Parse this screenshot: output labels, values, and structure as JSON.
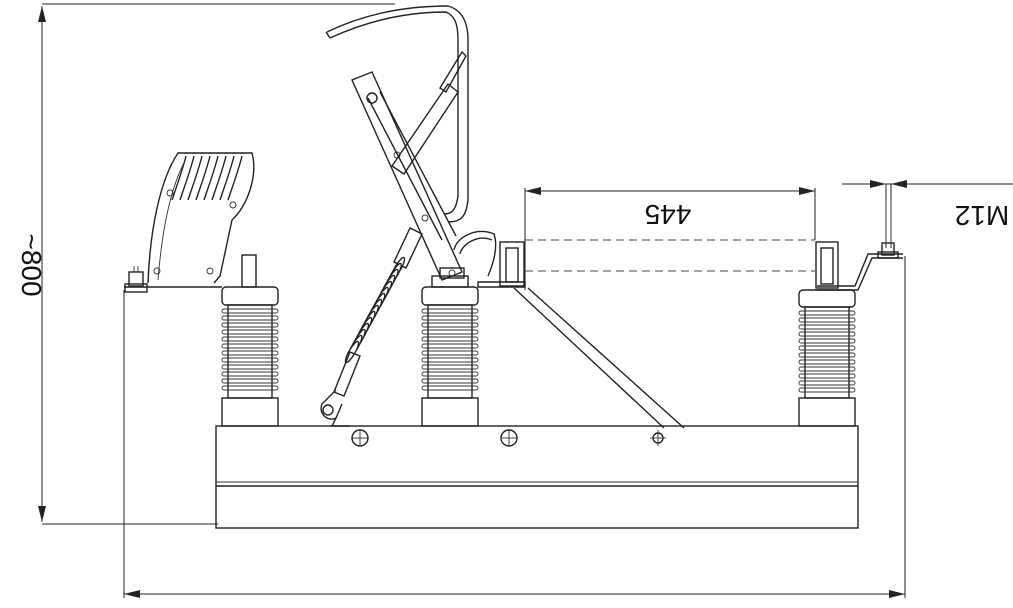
{
  "dimensions": {
    "height_label": "~800",
    "span_label": "445",
    "thread_label": "M12"
  },
  "colors": {
    "line": "#222222",
    "background": "#ffffff"
  }
}
